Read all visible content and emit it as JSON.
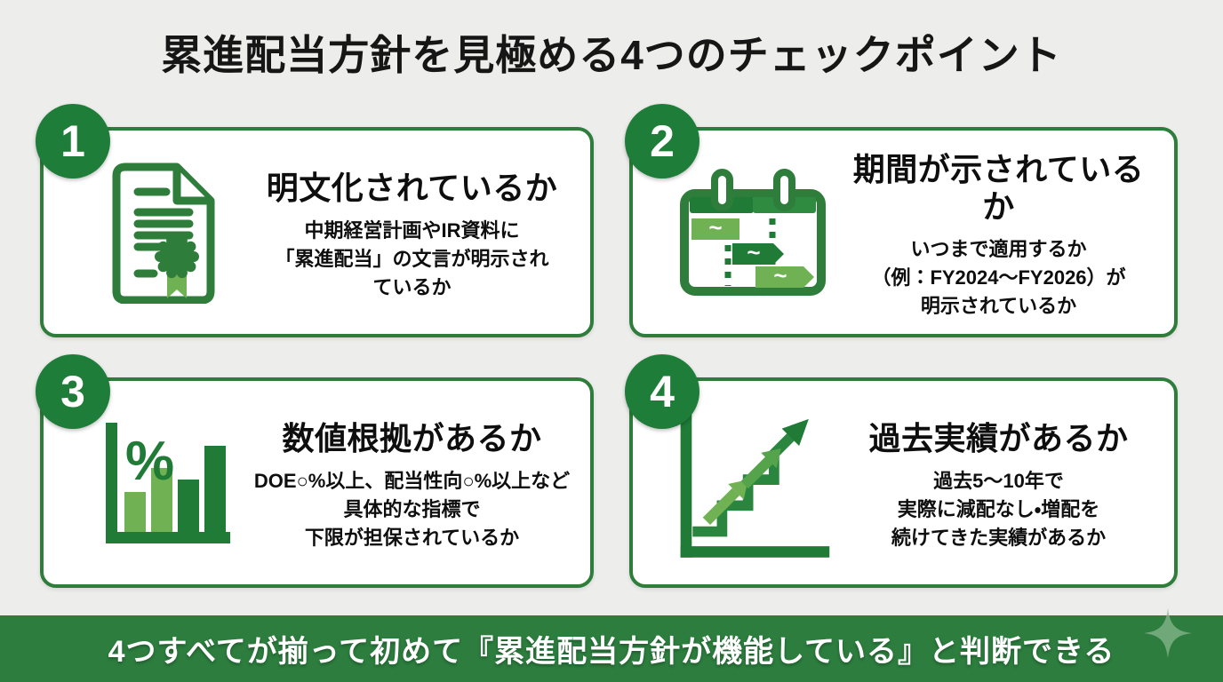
{
  "title": "累進配当方針を見極める4つのチェックポイント",
  "cards": [
    {
      "number": "1",
      "icon": "certificate-document-icon",
      "heading": "明文化されているか",
      "body": "中期経営計画やIR資料に\n「累進配当」の文言が明示され\nているか"
    },
    {
      "number": "2",
      "icon": "calendar-gantt-icon",
      "heading": "期間が示されているか",
      "body": "いつまで適用するか\n（例：FY2024〜FY2026）が\n明示されているか"
    },
    {
      "number": "3",
      "icon": "percent-bar-chart-icon",
      "heading": "数値根拠があるか",
      "body": "DOE○%以上、配当性向○%以上など\n具体的な指標で\n下限が担保されているか"
    },
    {
      "number": "4",
      "icon": "rising-steps-arrow-icon",
      "heading": "過去実績があるか",
      "body": "過去5〜10年で\n実際に減配なし・増配を\n続けてきた実績があるか"
    }
  ],
  "icon_glyphs": {
    "tilde": "~",
    "percent": "%"
  },
  "footer": {
    "text": "4つすべてが揃って初めて『累進配当方針が機能している』と判断できる",
    "sparkle_icon": "sparkle-icon"
  },
  "colors": {
    "background": "#edeeec",
    "card_border": "#2e7d3a",
    "badge_green": "#1e7d38",
    "dark_green": "#1f7b36",
    "light_green": "#6fb153",
    "footer_green": "#2c7d3e",
    "sparkle_green": "#8ab992",
    "text": "#111111"
  }
}
